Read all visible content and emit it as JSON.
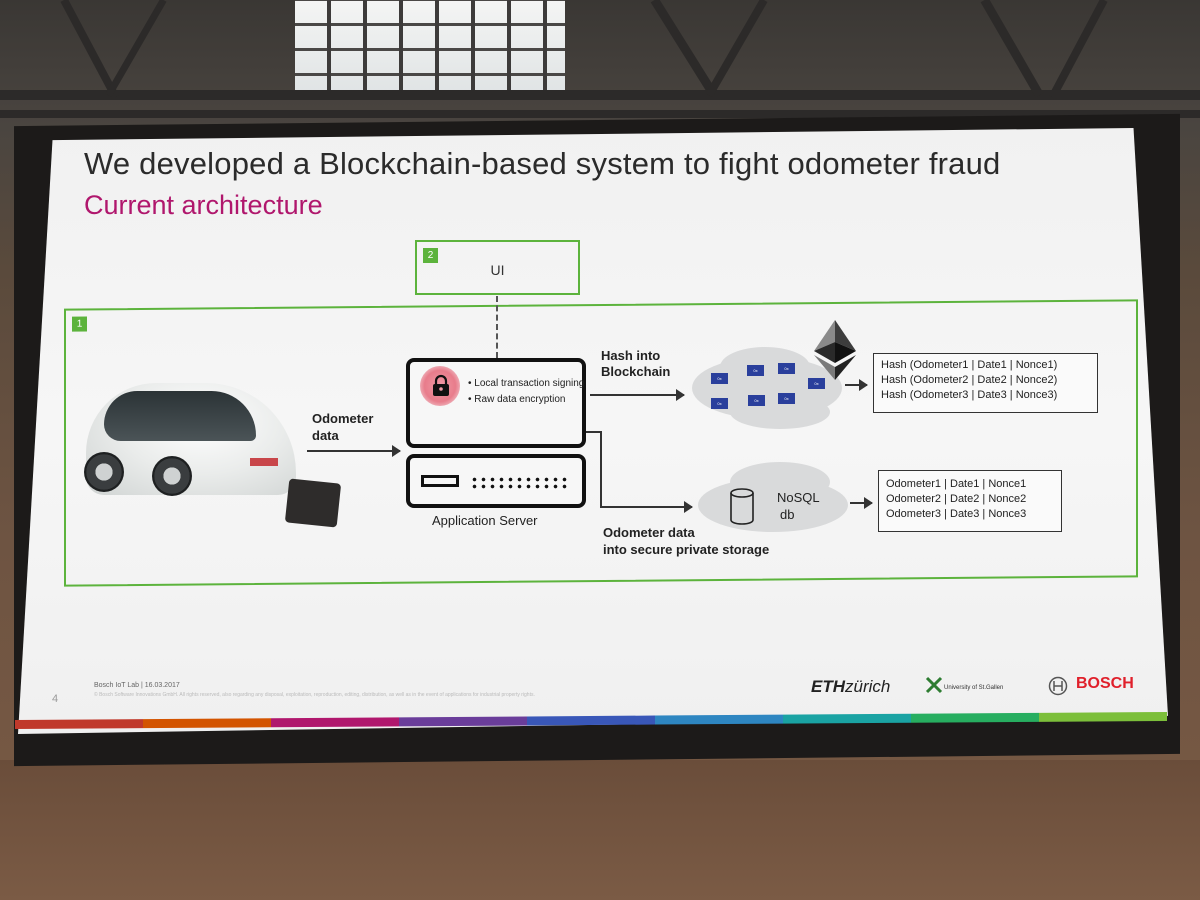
{
  "slide": {
    "title": "We developed a Blockchain-based system to fight odometer fraud",
    "subtitle": "Current architecture",
    "ui_box": {
      "badge": "2",
      "label": "UI"
    },
    "main_box": {
      "badge": "1"
    },
    "odometer_data_label": [
      "Odometer",
      "data"
    ],
    "server": {
      "bullets": [
        "Local transaction signing",
        "Raw data encryption"
      ],
      "label": "Application Server"
    },
    "hash_label": [
      "Hash into",
      "Blockchain"
    ],
    "storage_label": [
      "Odometer data",
      "into secure private storage"
    ],
    "nosql_label": [
      "NoSQL",
      "db"
    ],
    "hash_rows": [
      "Hash (Odometer1 | Date1 | Nonce1)",
      "Hash (Odometer2 | Date2 | Nonce2)",
      "Hash (Odometer3 | Date3 | Nonce3)"
    ],
    "data_rows": [
      "Odometer1 | Date1 | Nonce1",
      "Odometer2 | Date2 | Nonce2",
      "Odometer3 | Date3 | Nonce3"
    ],
    "footer": {
      "page_number": "4",
      "lab": "Bosch IoT Lab | 16.03.2017",
      "legal": "© Bosch Software Innovations GmbH. All rights reserved, also regarding any disposal, exploitation, reproduction, editing, distribution, as well as in the event of applications for industrial property rights."
    },
    "logos": {
      "eth_bold": "ETH",
      "eth_rest": "zürich",
      "hsg": "University of St.Gallen",
      "bosch": "BOSCH"
    },
    "accent_color": "#5cb33c",
    "subtitle_color": "#b0176d",
    "strip_colors": [
      "#c0392b",
      "#d35400",
      "#b0176d",
      "#6a3d9a",
      "#3957b8",
      "#2e86c1",
      "#1aa3a3",
      "#27ae60",
      "#7cbf3a"
    ]
  }
}
